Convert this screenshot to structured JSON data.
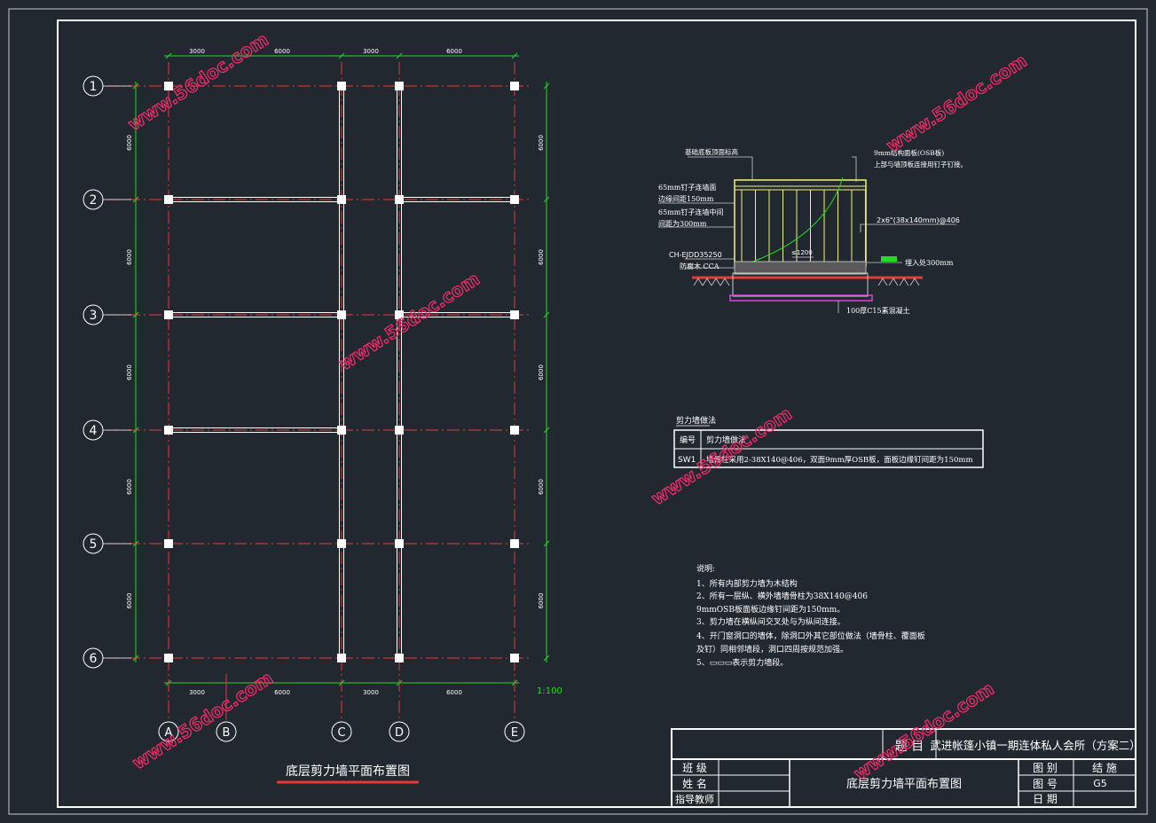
{
  "colors": {
    "background": "#212830",
    "frame": "#ffffff",
    "axis": "#e23a3a",
    "dim": "#22dd22",
    "wall": "#ffffff",
    "column": "#ffffff",
    "text": "#ffffff",
    "watermark": "#ff2a6a",
    "detail_yellow": "#f4f27a",
    "detail_magenta": "#e040e0",
    "detail_cyan": "#40e0e0",
    "title_underline": "#e23a3a"
  },
  "plan": {
    "title": "底层剪力墙平面布置图",
    "scale": "1:100",
    "col_labels": [
      "A",
      "B",
      "C",
      "D",
      "E"
    ],
    "row_labels": [
      "1",
      "2",
      "3",
      "4",
      "5",
      "6"
    ],
    "top_dims": [
      "3000",
      "6000",
      "3000",
      "6000"
    ],
    "bottom_dims": [
      "3000",
      "6000",
      "3000",
      "6000"
    ],
    "left_dims": [
      "6000",
      "6000",
      "6000",
      "6000",
      "6000"
    ],
    "right_dims": [
      "6000",
      "6000",
      "6000",
      "6000",
      "6000"
    ]
  },
  "section_detail": {
    "labels": {
      "top_left": "基础底板顶面标高",
      "top_right_1": "9mm结构面板(OSB板)",
      "top_right_2": "上部与墙顶板连接用钉子钉接。",
      "left_1": "65mm钉子连墙面",
      "left_2": "边缘间距150mm",
      "left_3": "65mm钉子连墙中间",
      "left_4": "间距为300mm",
      "right_stud": "2x6\"(38x140mm)@406",
      "spacing": "≤1200",
      "anchor": "CH-EJDD35250",
      "sill": "防腐木 CCA",
      "embed": "埋入处300mm",
      "concrete": "100厚C15素混凝土"
    }
  },
  "wall_table": {
    "title": "剪力墙做法",
    "headers": [
      "编号",
      "剪力墙做法"
    ],
    "rows": [
      [
        "SW1",
        "墙骨柱采用2-38X140@406，双面9mm厚OSB板，面板边缘钉间距为150mm"
      ]
    ]
  },
  "notes": {
    "title": "说明:",
    "lines": [
      "1、所有内部剪力墙为木结构",
      "2、所有一层纵、横外墙墙骨柱为38X140@406",
      "   9mmOSB板面板边缘钉间距为150mm。",
      "3、剪力墙在横纵间交叉处与为纵间连接。",
      "4、开门窗洞口的墙体，除洞口外其它部位做法（墙骨柱、覆面板",
      "及钉）同相邻墙段，洞口四周按规范加强。",
      "5、▭▭▭表示剪力墙段。"
    ]
  },
  "title_block": {
    "label_project": "题 目",
    "project": "武进帐篷小镇一期连体私人会所（方案二）",
    "label_class": "班 级",
    "label_name": "姓 名",
    "label_advisor": "指导教师",
    "drawing_name": "底层剪力墙平面布置图",
    "label_category": "图 别",
    "category": "结 施",
    "label_number": "图 号",
    "number": "G5",
    "label_date": "日 期"
  },
  "watermarks": [
    "www.56doc.com",
    "www.56doc.com",
    "www.56doc.com",
    "www.56doc.com",
    "www.56doc.com",
    "www.56doc.com"
  ]
}
